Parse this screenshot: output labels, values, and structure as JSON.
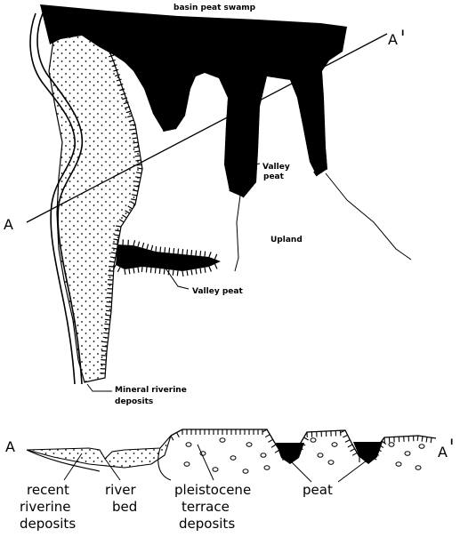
{
  "map": {
    "basin_label": "basin peat swamp",
    "valley_peat_upper": [
      "Valley",
      "peat"
    ],
    "valley_peat_lower": "Valley peat",
    "upland_label": "Upland",
    "mineral_deposits": [
      "Mineral riverine",
      "deposits"
    ],
    "section_start": "A",
    "section_end": "A",
    "section_end_prime": "I"
  },
  "cross_section": {
    "start": "A",
    "end": "A",
    "end_prime": "I",
    "labels": {
      "recent_riverine": [
        "recent",
        "riverine",
        "deposits"
      ],
      "river_bed": [
        "river",
        "bed"
      ],
      "pleistocene": [
        "pleistocene",
        "terrace",
        "deposits"
      ],
      "peat": "peat"
    }
  },
  "colors": {
    "ink": "#000000",
    "paper": "#ffffff"
  }
}
